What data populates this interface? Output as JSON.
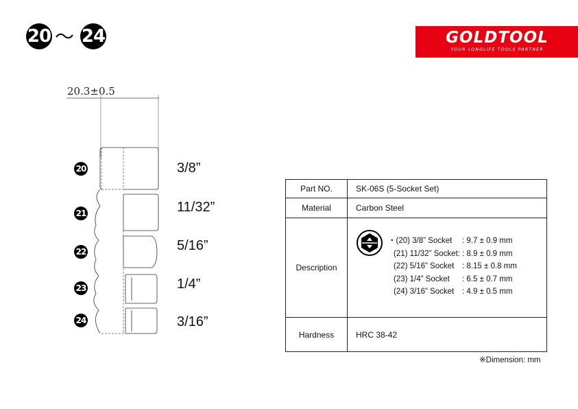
{
  "header": {
    "range_start": "20",
    "range_sep": "～",
    "range_end": "24"
  },
  "logo": {
    "brand": "GOLDTOOL",
    "tagline": "YOUR LONGLIFE TOOLS PARTNER",
    "color": "#e60012"
  },
  "drawing": {
    "dimension": "20.3±0.5",
    "sockets": [
      {
        "num": "20",
        "size": "3/8”"
      },
      {
        "num": "21",
        "size": "11/32”"
      },
      {
        "num": "22",
        "size": "5/16”"
      },
      {
        "num": "23",
        "size": "1/4”"
      },
      {
        "num": "24",
        "size": "3/16”"
      }
    ]
  },
  "spec": {
    "part_label": "Part NO.",
    "part_value": "SK-06S (5-Socket Set)",
    "material_label": "Material",
    "material_value": "Carbon Steel",
    "description_label": "Description",
    "description_icon": "hex-socket-icon",
    "description_items": [
      {
        "name": "・(20) 3/8” Socket",
        "value": ": 9.7 ± 0.9 mm"
      },
      {
        "name": "(21) 11/32” Socket:",
        "value": ": 8.9 ± 0.9 mm"
      },
      {
        "name": "(22) 5/16” Socket",
        "value": ": 8.15 ± 0.8 mm"
      },
      {
        "name": "(23) 1/4” Socket",
        "value": ": 6.5 ± 0.7 mm"
      },
      {
        "name": "(24) 3/16” Socket",
        "value": ": 4.9 ± 0.5 mm"
      }
    ],
    "hardness_label": "Hardness",
    "hardness_value": "HRC 38-42"
  },
  "note": "※Dimension: mm"
}
